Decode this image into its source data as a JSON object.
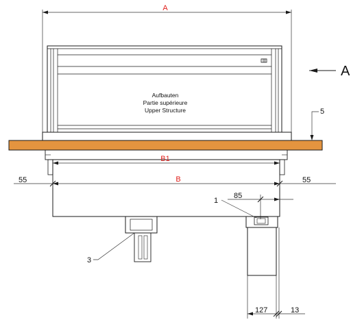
{
  "dimensions": {
    "A": "A",
    "B1": "B1",
    "B": "B",
    "left_offset": "55",
    "right_offset": "55",
    "offset_85": "85",
    "width_127": "127",
    "width_13": "13"
  },
  "view_label": "A",
  "callouts": {
    "item_1": "1",
    "item_3": "3",
    "item_5": "5"
  },
  "upper_structure": {
    "line_de": "Aufbauten",
    "line_fr": "Partie supérieure",
    "line_en": "Upper Structure"
  },
  "colors": {
    "countertop": "#e4943f",
    "dimension_red": "#e0201c",
    "line": "#1a1a1a"
  }
}
